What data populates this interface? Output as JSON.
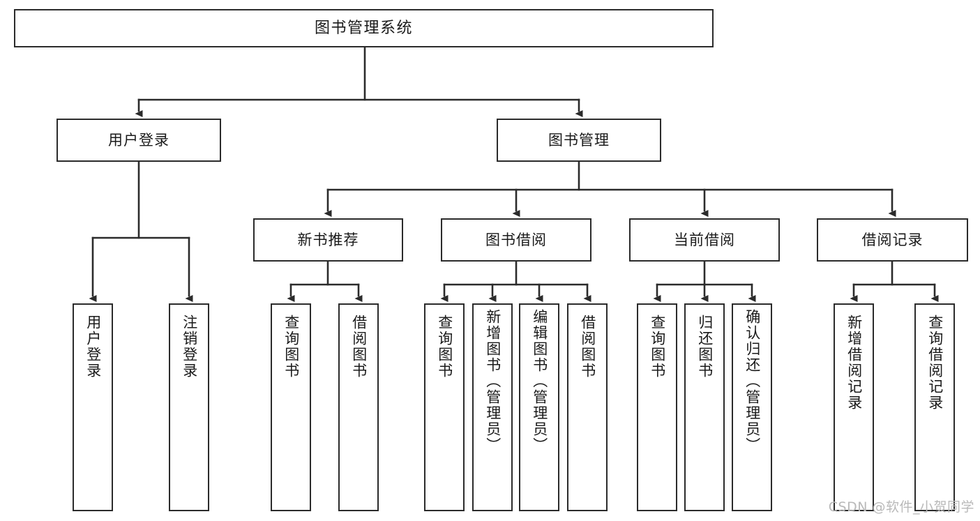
{
  "diagram": {
    "title": "图书管理系统",
    "type": "tree",
    "colors": {
      "stroke": "#2b2b2b",
      "fill": "#ffffff",
      "text": "#1a1a1a",
      "watermark": "#b9b9b9"
    },
    "root": {
      "label": "图书管理系统"
    },
    "level2": [
      {
        "label": "用户登录"
      },
      {
        "label": "图书管理"
      }
    ],
    "level3": [
      {
        "label": "新书推荐"
      },
      {
        "label": "图书借阅"
      },
      {
        "label": "当前借阅"
      },
      {
        "label": "借阅记录"
      }
    ],
    "leaves": {
      "user_login": [
        {
          "label": "用户登录"
        },
        {
          "label": "注销登录"
        }
      ],
      "new_book": [
        {
          "label": "查询图书"
        },
        {
          "label": "借阅图书"
        }
      ],
      "borrow": [
        {
          "label": "查询图书"
        },
        {
          "label": "新增图书（管理员）"
        },
        {
          "label": "编辑图书（管理员）"
        },
        {
          "label": "借阅图书"
        }
      ],
      "current": [
        {
          "label": "查询图书"
        },
        {
          "label": "归还图书"
        },
        {
          "label": "确认归还（管理员）"
        }
      ],
      "records": [
        {
          "label": "新增借阅记录"
        },
        {
          "label": "查询借阅记录"
        }
      ]
    }
  },
  "watermark": {
    "text": "CSDN @软件_小贺同学"
  }
}
